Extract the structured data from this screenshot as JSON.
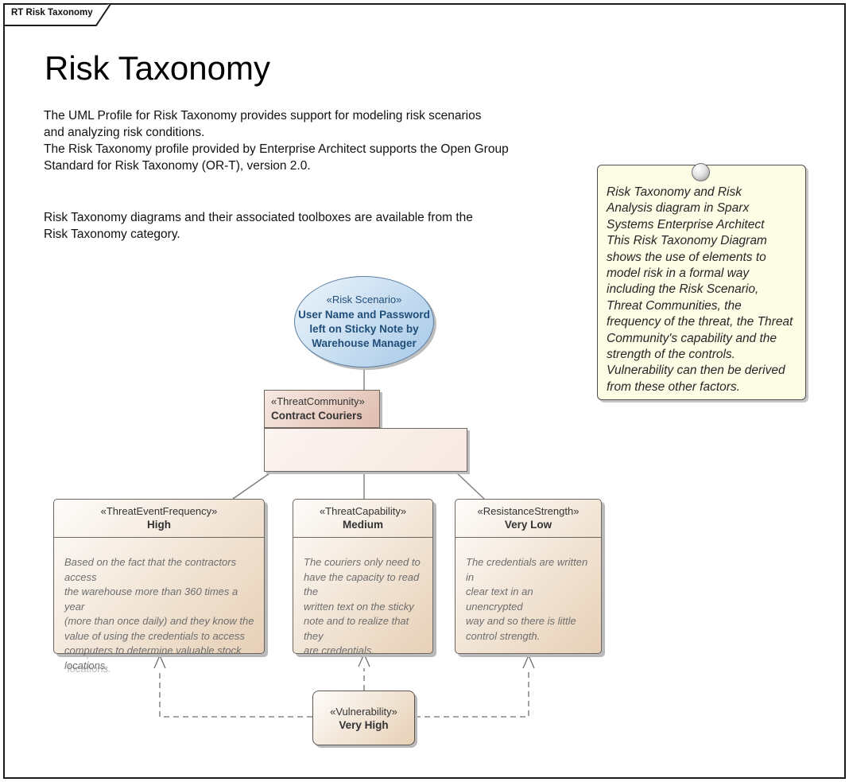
{
  "tab": {
    "label": "RT Risk Taxonomy"
  },
  "page": {
    "title": "Risk Taxonomy",
    "intro_lines": [
      "The UML Profile for Risk Taxonomy provides support for modeling risk scenarios",
      "and analyzing risk conditions.",
      "The Risk Taxonomy profile provided by Enterprise Architect supports the Open Group",
      "Standard for Risk Taxonomy (OR-T), version 2.0."
    ],
    "availability_lines": [
      "Risk Taxonomy diagrams and their associated toolboxes are available from the",
      "Risk Taxonomy category."
    ]
  },
  "note": {
    "lines": [
      "Risk Taxonomy and Risk",
      "Analysis diagram in Sparx",
      "Systems Enterprise Architect",
      "This Risk Taxonomy Diagram",
      "shows the use of elements to",
      "model risk in a formal way",
      "including the Risk Scenario,",
      "Threat Communities, the",
      "frequency of the threat, the Threat",
      "Community's capability and the",
      "strength of the controls.",
      "Vulnerability can then be derived",
      "from these other factors."
    ]
  },
  "diagram": {
    "risk_scenario": {
      "stereotype": "«Risk Scenario»",
      "name_lines": [
        "User Name and Password",
        "left on Sticky Note by",
        "Warehouse Manager"
      ]
    },
    "threat_community": {
      "stereotype": "«ThreatCommunity»",
      "name": "Contract Couriers"
    },
    "threat_event_frequency": {
      "stereotype": "«ThreatEventFrequency»",
      "name": "High",
      "description_lines": [
        "Based on the fact that the contractors access",
        "the warehouse more than 360 times a year",
        "(more than once daily) and they know the",
        "value of using the credentials to access",
        "computers to determine valuable stock",
        "locations."
      ]
    },
    "threat_capability": {
      "stereotype": "«ThreatCapability»",
      "name": "Medium",
      "description_lines": [
        "The couriers only need to",
        "have the capacity to read the",
        "written text on the sticky",
        "note and to realize that they",
        "are credentials."
      ]
    },
    "resistance_strength": {
      "stereotype": "«ResistanceStrength»",
      "name": "Very Low",
      "description_lines": [
        "The credentials are written in",
        "clear text in an unencrypted",
        "way and so there is little",
        "control strength."
      ]
    },
    "vulnerability": {
      "stereotype": "«Vulnerability»",
      "name": "Very High"
    }
  },
  "colors": {
    "note_bg": "#fdfce5",
    "ellipse_grad_start": "#edf5fb",
    "ellipse_grad_end": "#a6c9e8",
    "ellipse_border": "#5c7fa3",
    "ellipse_text": "#1f4e79",
    "tc_head_start": "#f8e9e2",
    "tc_head_end": "#dfbcae",
    "tc_body_start": "#fcf4f0",
    "tc_body_end": "#f7e8e1",
    "box_grad_start": "#fefcfa",
    "box_grad_end": "#e7d0b6",
    "box_border": "#6e675f",
    "desc_text": "#6e6e6e",
    "line_color": "#7d7d7d"
  }
}
